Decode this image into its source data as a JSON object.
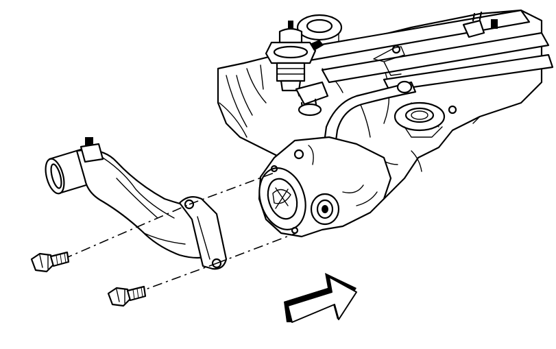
{
  "diagram": {
    "background": "#ffffff",
    "ink": "#000000",
    "parts": [
      {
        "id": "engine-block",
        "icon": "engine-block-drawing"
      },
      {
        "id": "fuel-rail",
        "icon": "fuel-rail-drawing"
      },
      {
        "id": "fuel-pressure-regulator",
        "icon": "regulator-drawing"
      },
      {
        "id": "thermostat-housing",
        "icon": "thermostat-drawing"
      },
      {
        "id": "water-outlet-pipe",
        "icon": "outlet-pipe-drawing"
      },
      {
        "id": "bolt-upper",
        "icon": "bolt-drawing"
      },
      {
        "id": "bolt-lower",
        "icon": "bolt-drawing"
      },
      {
        "id": "front-direction-arrow",
        "icon": "arrow-drawing"
      }
    ]
  }
}
